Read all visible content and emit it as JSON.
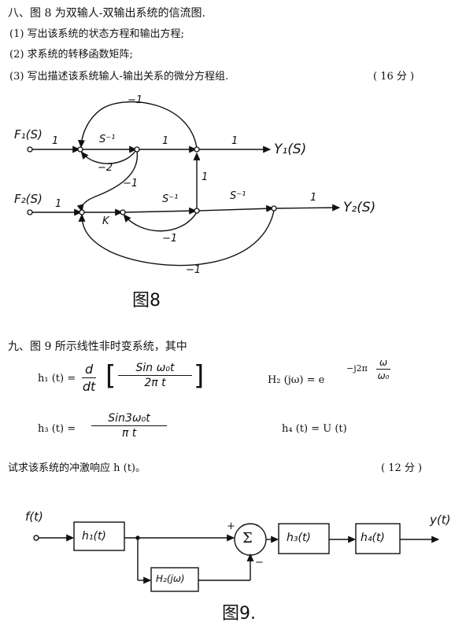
{
  "q8": {
    "title": "八、图 8 为双输人-双输出系统的信流图.",
    "items": [
      "(1) 写出该系统的状态方程和输出方程;",
      "(2) 求系统的转移函数矩阵;",
      "(3) 写出描述该系统输人-输出关系的微分方程组."
    ],
    "score": "( 16 分 )",
    "graph": {
      "input1": "F₁(S)",
      "input2": "F₂(S)",
      "output1": "Y₁(S)",
      "output2": "Y₂(S)",
      "gains": {
        "g_1": "1",
        "g_s": "S⁻¹",
        "g_neg1": "−1",
        "g_neg2": "−2",
        "g_k": "K"
      },
      "caption": "图8"
    }
  },
  "q9": {
    "title": "九、图 9 所示线性非时变系统，其中",
    "h1_lhs": "h₁ (t) =",
    "h1_d_num": "d",
    "h1_d_den": "dt",
    "h1_num": "Sin ω₀t",
    "h1_den": "2π t",
    "h2_lhs": "H₂ (jω) = e",
    "h2_exp": "−j2π",
    "h2_frac_num": "ω",
    "h2_frac_den": "ω₀",
    "h3_lhs": "h₃ (t) =",
    "h3_num": "Sin3ω₀t",
    "h3_den": "π t",
    "h4": "h₄ (t) = U (t)",
    "ask": "试求该系统的冲激响应 h (t)。",
    "score": "( 12 分 )",
    "diagram": {
      "input": "f(t)",
      "output": "y(t)",
      "b_h1": "h₁(t)",
      "b_h2": "H₂(jω)",
      "b_h3": "h₃(t)",
      "b_h4": "h₄(t)",
      "sum": "Σ",
      "plus": "+",
      "minus": "−",
      "caption": "图9."
    }
  }
}
